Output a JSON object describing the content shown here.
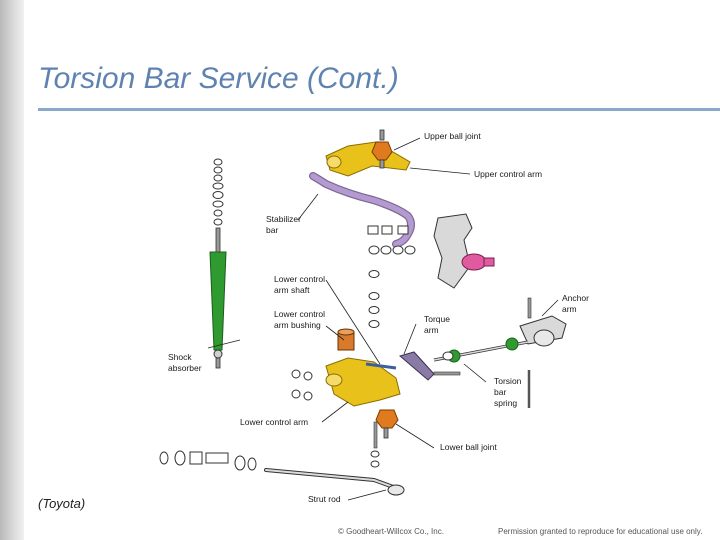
{
  "slide": {
    "title": "Torsion Bar Service (Cont.)",
    "credit": "(Toyota)",
    "copyright": "© Goodheart-Willcox Co., Inc.",
    "permission": "Permission granted to reproduce for educational use only."
  },
  "diagram": {
    "labels": {
      "upper_ball_joint": "Upper ball joint",
      "upper_control_arm": "Upper control arm",
      "stabilizer_bar_1": "Stabilizer",
      "stabilizer_bar_2": "bar",
      "lower_control_arm_shaft_1": "Lower control",
      "lower_control_arm_shaft_2": "arm shaft",
      "lower_control_arm_bushing_1": "Lower control",
      "lower_control_arm_bushing_2": "arm bushing",
      "torque_arm_1": "Torque",
      "torque_arm_2": "arm",
      "anchor_arm_1": "Anchor",
      "anchor_arm_2": "arm",
      "shock_absorber_1": "Shock",
      "shock_absorber_2": "absorber",
      "torsion_bar_spring_1": "Torsion",
      "torsion_bar_spring_2": "bar",
      "torsion_bar_spring_3": "spring",
      "lower_control_arm": "Lower control arm",
      "lower_ball_joint": "Lower ball joint",
      "strut_rod": "Strut rod"
    },
    "colors": {
      "shock": "#2f9a2f",
      "control_arm": "#e8c21a",
      "ball_joint": "#e07a1e",
      "stabilizer": "#b49ad0",
      "knuckle_hub": "#e05aa0",
      "hardware": "#8a8a8a"
    }
  }
}
